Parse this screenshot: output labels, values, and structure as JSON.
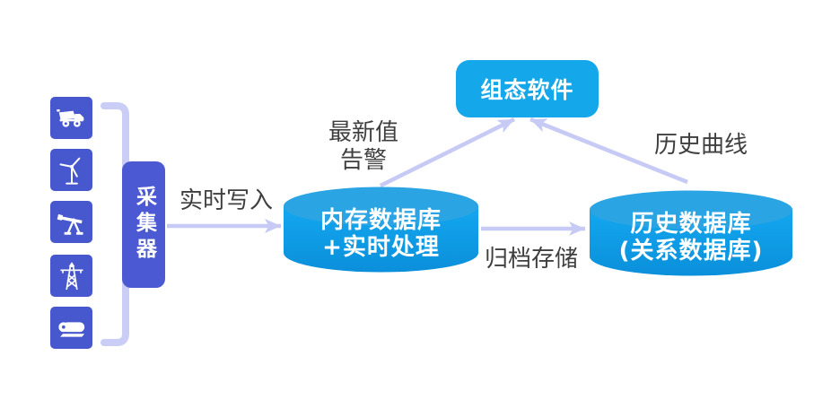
{
  "diagram": {
    "title_note": "",
    "colors": {
      "background": "#ffffff",
      "accent_blue": "#14a7e9",
      "cylinder_top": "#2ba4e4",
      "cylinder_body_top": "#13a7ef",
      "cylinder_body_bottom": "#0b8fdb",
      "indigo": "#4757cd",
      "arrow": "#c6caf4",
      "label_text": "#3f3f3f",
      "node_text": "#ffffff"
    },
    "sources": {
      "items": [
        {
          "icon": "mining-truck-icon"
        },
        {
          "icon": "wind-turbine-icon"
        },
        {
          "icon": "oil-pumpjack-icon"
        },
        {
          "icon": "power-tower-icon"
        },
        {
          "icon": "paper-roll-icon"
        }
      ]
    },
    "nodes": {
      "collector": {
        "label": "采集器"
      },
      "scada": {
        "label": "组态软件"
      },
      "memory_db": {
        "line1": "内存数据库",
        "line2": "+实时处理"
      },
      "history_db": {
        "line1": "历史数据库",
        "line2": "(关系数据库)"
      }
    },
    "edges": {
      "realtime_write": {
        "label": "实时写入"
      },
      "latest_value_alarm": {
        "line1": "最新值",
        "line2": "告警"
      },
      "archive_store": {
        "label": "归档存储"
      },
      "history_curve": {
        "label": "历史曲线"
      }
    }
  }
}
